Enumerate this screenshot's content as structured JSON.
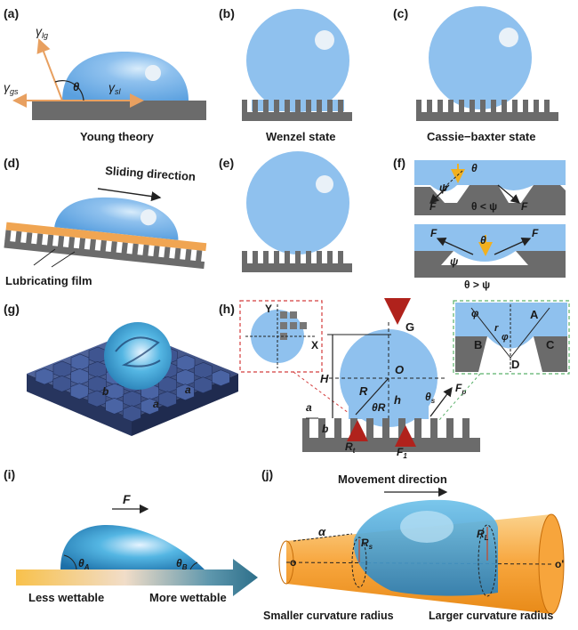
{
  "panels": {
    "a": {
      "label": "(a)",
      "caption": "Young theory",
      "gamma_lg": "γ",
      "gamma_lg_sub": "lg",
      "gamma_gs": "γ",
      "gamma_gs_sub": "gs",
      "gamma_sl": "γ",
      "gamma_sl_sub": "sl",
      "theta": "θ"
    },
    "b": {
      "label": "(b)",
      "caption": "Wenzel state"
    },
    "c": {
      "label": "(c)",
      "caption": "Cassie−baxter state"
    },
    "d": {
      "label": "(d)",
      "arrow_text": "Sliding direction",
      "film_text": "Lubricating film"
    },
    "e": {
      "label": "(e)"
    },
    "f": {
      "label": "(f)",
      "theta": "θ",
      "psi": "ψ",
      "F": "F",
      "top_relation": "θ < ψ",
      "bottom_relation": "θ > ψ"
    },
    "g": {
      "label": "(g)",
      "a": "a",
      "b": "b"
    },
    "h": {
      "label": "(h)",
      "G": "G",
      "O": "O",
      "H": "H",
      "h": "h",
      "R": "R",
      "theta_R": "θR",
      "theta_s": "θ",
      "theta_s_sub": "s",
      "F_p": "F",
      "F_p_sub": "p",
      "R_t": "R",
      "R_t_sub": "t",
      "F_1": "F",
      "F_1_sub": "1",
      "a": "a",
      "b": "b",
      "X": "X",
      "Y": "Y",
      "phi": "φ",
      "r": "r",
      "A": "A",
      "B": "B",
      "C": "C",
      "D": "D"
    },
    "i": {
      "label": "(i)",
      "F": "F",
      "theta_A": "θ",
      "theta_A_sub": "A",
      "theta_B": "θ",
      "theta_B_sub": "B",
      "less": "Less wettable",
      "more": "More wettable"
    },
    "j": {
      "label": "(j)",
      "arrow_text": "Movement direction",
      "alpha": "α",
      "Rs": "R",
      "Rs_sub": "s",
      "RL": "R",
      "RL_sub": "L",
      "o": "o",
      "o_prime": "o'",
      "smaller": "Smaller curvature radius",
      "larger": "Larger curvature radius"
    }
  },
  "colors": {
    "drop": "#8fc1ee",
    "drop_dark": "#5aa0df",
    "substrate": "#6b6b6b",
    "lubricant": "#f0a552",
    "cone": "#f7a53c",
    "arrow_red": "#b0221c",
    "gradient_start": "#f8c14b",
    "gradient_end": "#2d6f8a"
  }
}
